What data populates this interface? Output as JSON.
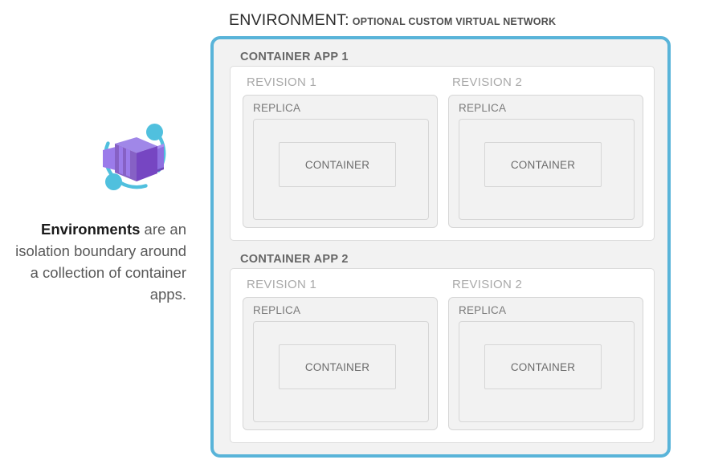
{
  "title": {
    "main": "ENVIRONMENT:",
    "sub": "OPTIONAL CUSTOM VIRTUAL NETWORK"
  },
  "caption": {
    "strong": "Environments",
    "rest": " are an isolation boundary around a collection of container apps."
  },
  "logo": {
    "name": "azure-container-apps-logo",
    "colors": {
      "box_light": "#9b7bea",
      "box_mid": "#8661c5",
      "box_dark": "#7646c2",
      "box_face": "#a087e8",
      "arc": "#50c0de",
      "dot": "#50c0de"
    }
  },
  "colors": {
    "environment_border": "#59b4d9",
    "environment_fill": "#f2f2f2",
    "app_fill": "#ffffff",
    "app_border": "#dcdcdc",
    "box_fill": "#f2f2f2",
    "box_border": "#d6d6d6",
    "app_label": "#666666",
    "revision_label": "#a9a9a9",
    "replica_label": "#7a7a7a",
    "container_label": "#6b6b6b"
  },
  "environment": {
    "apps": [
      {
        "label": "CONTAINER APP 1",
        "revisions": [
          {
            "label": "REVISION 1",
            "replica": {
              "label": "REPLICA",
              "container": {
                "label": "CONTAINER"
              }
            }
          },
          {
            "label": "REVISION 2",
            "replica": {
              "label": "REPLICA",
              "container": {
                "label": "CONTAINER"
              }
            }
          }
        ]
      },
      {
        "label": "CONTAINER APP 2",
        "revisions": [
          {
            "label": "REVISION 1",
            "replica": {
              "label": "REPLICA",
              "container": {
                "label": "CONTAINER"
              }
            }
          },
          {
            "label": "REVISION 2",
            "replica": {
              "label": "REPLICA",
              "container": {
                "label": "CONTAINER"
              }
            }
          }
        ]
      }
    ]
  }
}
